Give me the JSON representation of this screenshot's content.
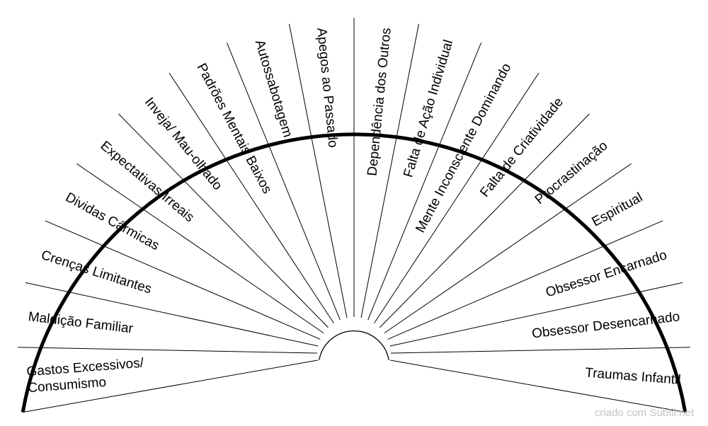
{
  "chart": {
    "segments": [
      [
        "Gastos Excessivos/",
        "Consumismo"
      ],
      [
        "Maldição Familiar"
      ],
      [
        "Crenças Limitantes"
      ],
      [
        "Dividas Cármicas"
      ],
      [
        "Expectativas Irreais"
      ],
      [
        "Inveja/ Mau-olhado"
      ],
      [
        "Padrões Mentais Baixos"
      ],
      [
        "Autossabotagem"
      ],
      [
        "Apegos ao Passado"
      ],
      [
        "Dependência dos Outros"
      ],
      [
        "Falta de Ação Individual"
      ],
      [
        "Mente Inconsciente Dominando"
      ],
      [
        "Falta de Criatividade"
      ],
      [
        "Procrastinação"
      ],
      [
        "Espiritual"
      ],
      [
        "Obsessor Encarnado"
      ],
      [
        "Obsessor Desencarnado"
      ],
      [
        "Traumas Infantil"
      ]
    ]
  },
  "watermark": "criado com Subtil.net",
  "colors": {
    "stroke": "#000000",
    "background": "#ffffff",
    "watermark": "#c4c4c4"
  }
}
